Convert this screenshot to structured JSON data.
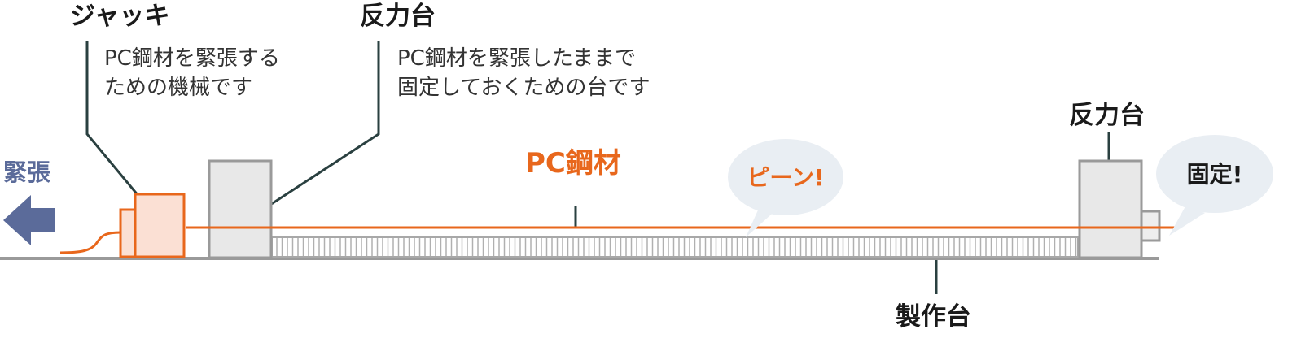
{
  "labels": {
    "jack_title": "ジャッキ",
    "jack_desc": [
      "PC鋼材を緊張する",
      "ための機械です"
    ],
    "reaction_left_title": "反力台",
    "reaction_left_desc": [
      "PC鋼材を緊張したままで",
      "固定しておくための台です"
    ],
    "reaction_right_title": "反力台",
    "pc_steel": "PC鋼材",
    "bubble_ping": "ピーン!",
    "bubble_fixed": "固定!",
    "tension": "緊張",
    "bed": "製作台"
  },
  "colors": {
    "orange": "#e8671c",
    "orange_fill": "#fbe0d4",
    "gray_box": "#e8e8e8",
    "gray_line": "#9a9a9a",
    "arrow_blue": "#5b6b9a",
    "bubble_fill": "#e9eef3",
    "text_dark": "#1a1a1a",
    "leader_dark": "#2a4040"
  }
}
